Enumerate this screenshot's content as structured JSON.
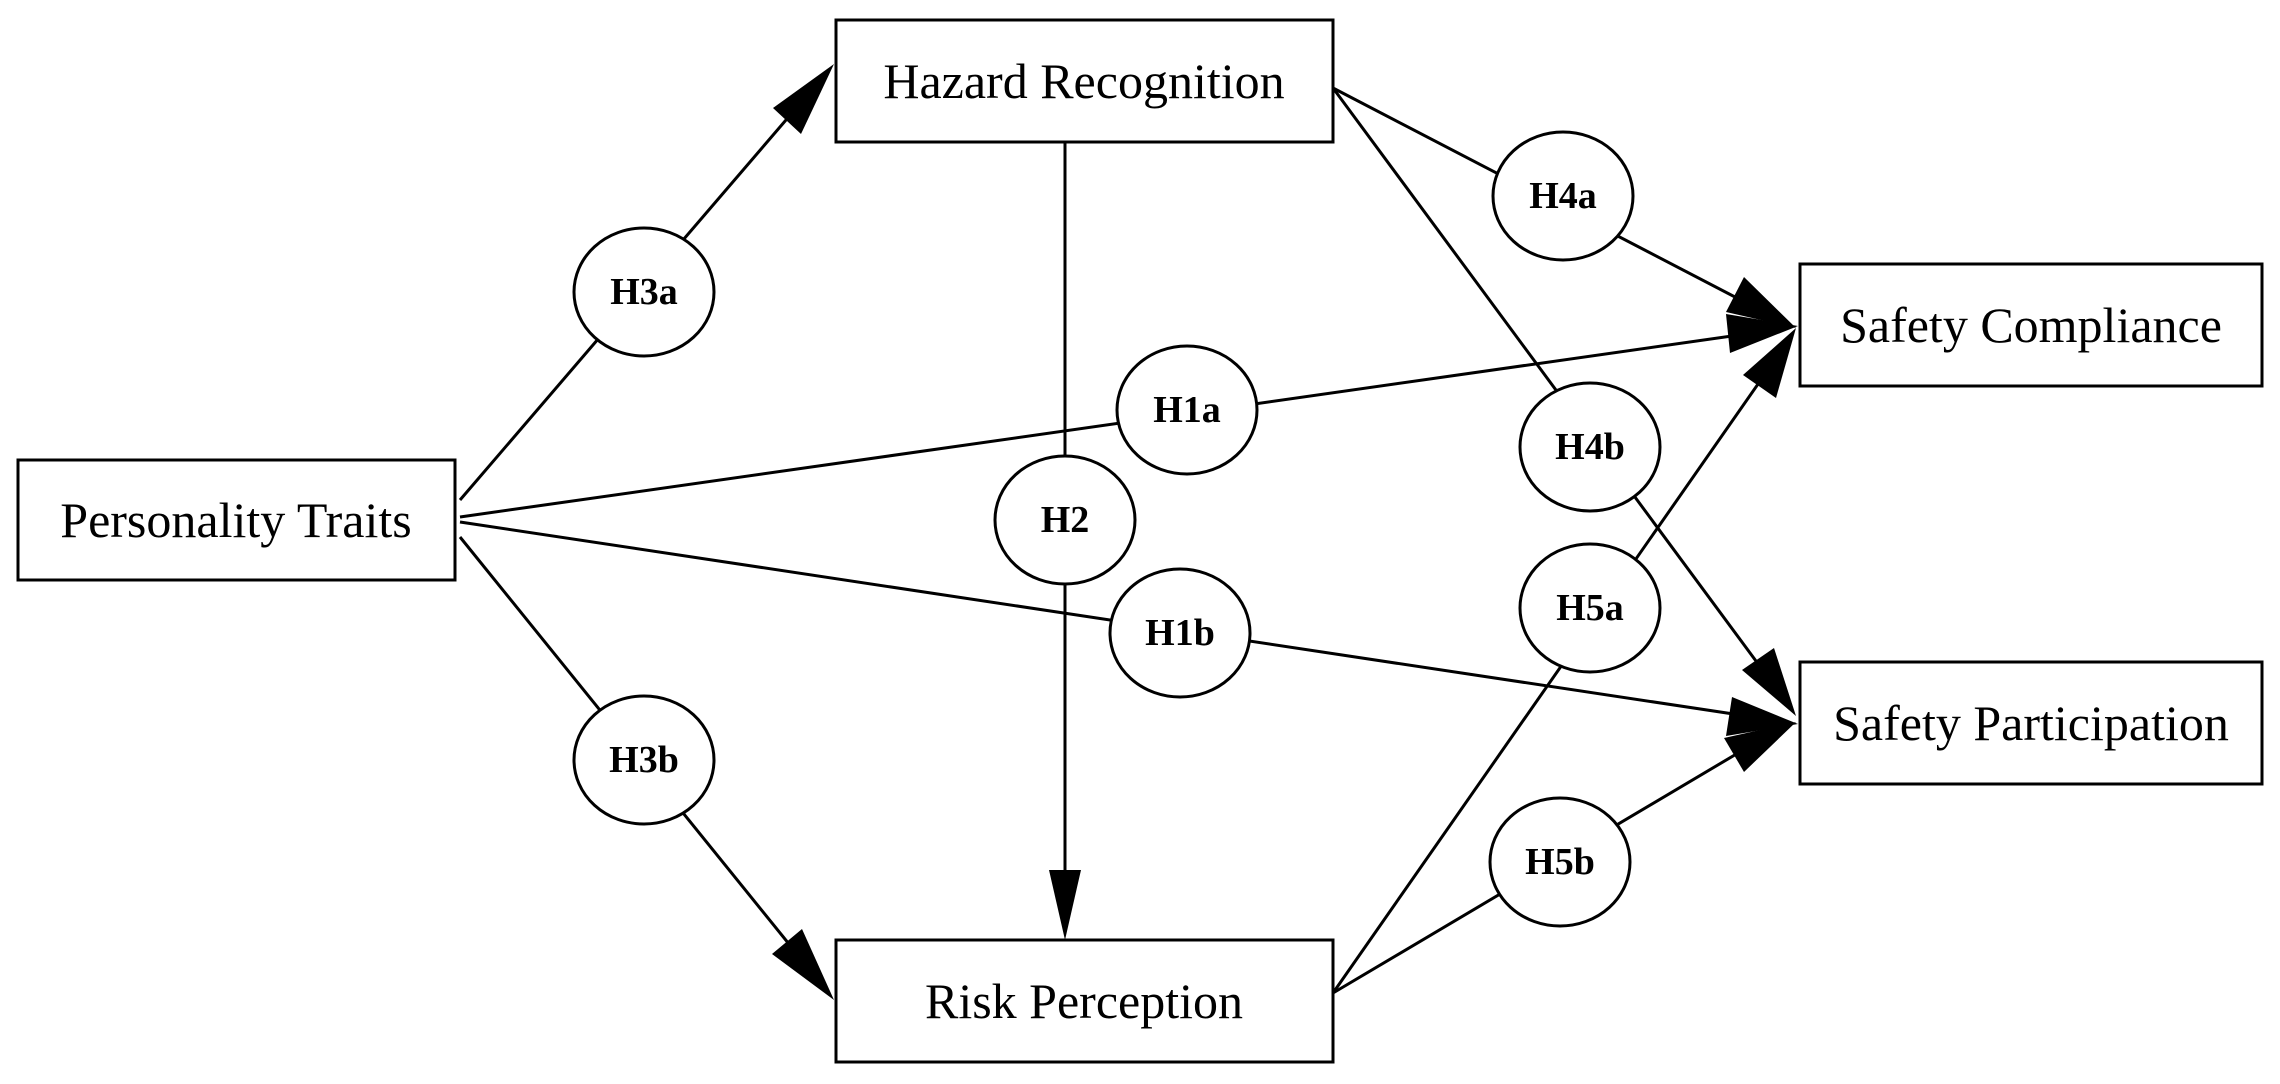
{
  "nodes": {
    "hazard_recognition": "Hazard Recognition",
    "personality_traits": "Personality Traits",
    "risk_perception": "Risk Perception",
    "safety_compliance": "Safety Compliance",
    "safety_participation": "Safety Participation"
  },
  "hypotheses": {
    "h1a": "H1a",
    "h1b": "H1b",
    "h2": "H2",
    "h3a": "H3a",
    "h3b": "H3b",
    "h4a": "H4a",
    "h4b": "H4b",
    "h5a": "H5a",
    "h5b": "H5b"
  },
  "colors": {
    "stroke": "#000000",
    "background": "#ffffff"
  }
}
